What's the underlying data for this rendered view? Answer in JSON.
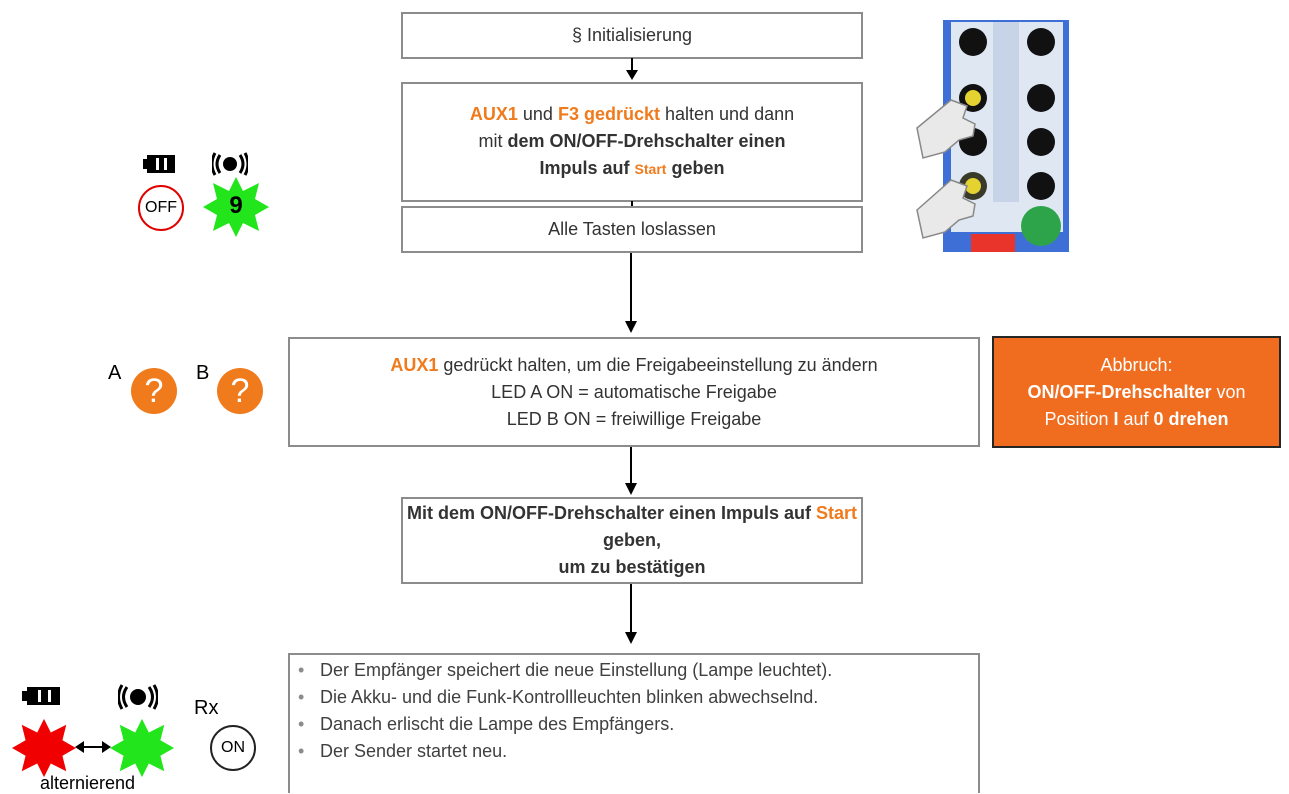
{
  "flow": {
    "step1": "§ Initialisierung",
    "step2": {
      "p1": "AUX1",
      "p2": " und ",
      "p3": "F3 gedrückt",
      "p4": " halten und dann",
      "p5": "mit ",
      "p6": "dem ON/OFF-Drehschalter einen",
      "p7": "Impuls auf ",
      "p8": "Start",
      "p9": " geben"
    },
    "step3": "Alle Tasten loslassen",
    "step4": {
      "p1": "AUX1",
      "p2": " gedrückt halten, um die Freigabeeinstellung zu ändern",
      "line2": "LED A ON = automatische Freigabe",
      "line3": "LED B ON = freiwillige Freigabe"
    },
    "step5": {
      "p1": "Mit dem ON/OFF-Drehschalter einen Impuls auf ",
      "p2": "Start",
      "p3": " geben,",
      "line2": "um zu bestätigen"
    },
    "result": [
      "Der Empfänger speichert die neue Einstellung (Lampe leuchtet).",
      "Die Akku- und die Funk-Kontrollleuchten blinken abwechselnd.",
      "Danach erlischt die Lampe des Empfängers.",
      "Der Sender startet neu."
    ]
  },
  "abort": {
    "line1": "Abbruch:",
    "p1": "ON/OFF-Drehschalter",
    "p2": " von",
    "p3": "Position ",
    "p4": "I",
    "p5": " auf ",
    "p6": "0 drehen"
  },
  "indicators": {
    "off_label": "OFF",
    "star_number": "9",
    "led_a": "A",
    "led_b": "B",
    "question": "?",
    "rx_label": "Rx",
    "on_label": "ON",
    "alternating": "alternierend"
  },
  "colors": {
    "orange": "#f07b1d",
    "green": "#22e51c",
    "red": "#f00000",
    "abort_bg": "#f06c1e"
  }
}
